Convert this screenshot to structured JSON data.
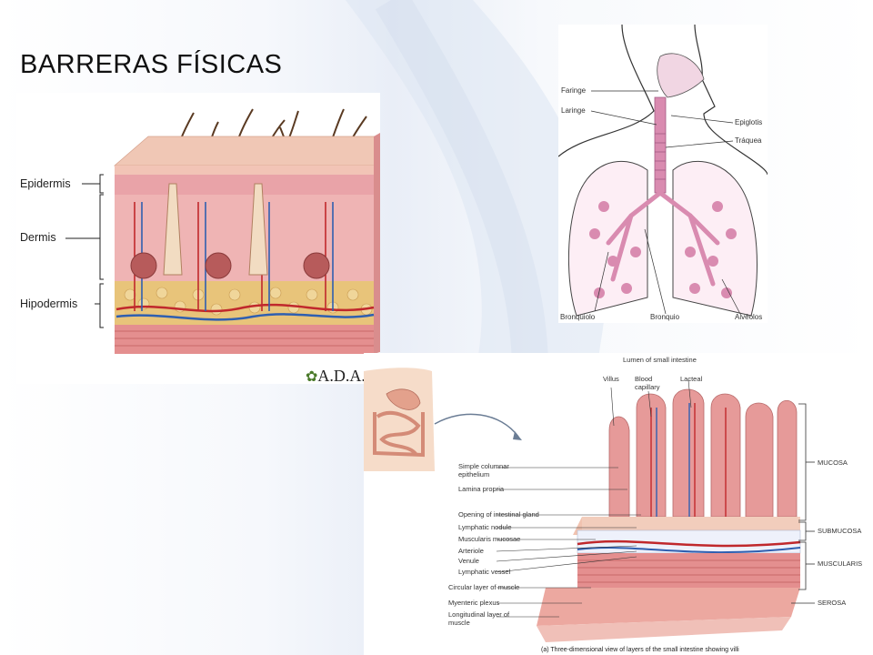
{
  "slide": {
    "title": "BARRERAS FÍSICAS"
  },
  "skin": {
    "labels": [
      "Epidermis",
      "Dermis",
      "Hipodermis"
    ],
    "logo_text": "A.D.A.M."
  },
  "respiratory": {
    "labels": [
      "Faringe",
      "Laringe",
      "Epiglotis",
      "Tráquea",
      "Bronquiolo",
      "Bronquio",
      "Alvéolos"
    ]
  },
  "intestine": {
    "top_label": "Lumen of small intestine",
    "top_labels": [
      "Villus",
      "Blood capillary",
      "Lacteal"
    ],
    "left_labels": [
      "Simple columnar epithelium",
      "Lamina propria",
      "Opening of intestinal gland",
      "Lymphatic nodule",
      "Muscularis mucosae",
      "Arteriole",
      "Venule",
      "Lymphatic vessel",
      "Circular layer of muscle",
      "Myenteric plexus",
      "Longitudinal layer of muscle"
    ],
    "right_labels": [
      "MUCOSA",
      "SUBMUCOSA",
      "MUSCULARIS",
      "SEROSA"
    ],
    "caption": "(a) Three-dimensional view of layers of the small intestine showing villi"
  },
  "colors": {
    "skin_pink": "#e9a3a8",
    "skin_fat": "#e8c47a",
    "lung_pink": "#d98bb0",
    "vessel_red": "#c0282c",
    "vessel_blue": "#2f5fb0"
  }
}
